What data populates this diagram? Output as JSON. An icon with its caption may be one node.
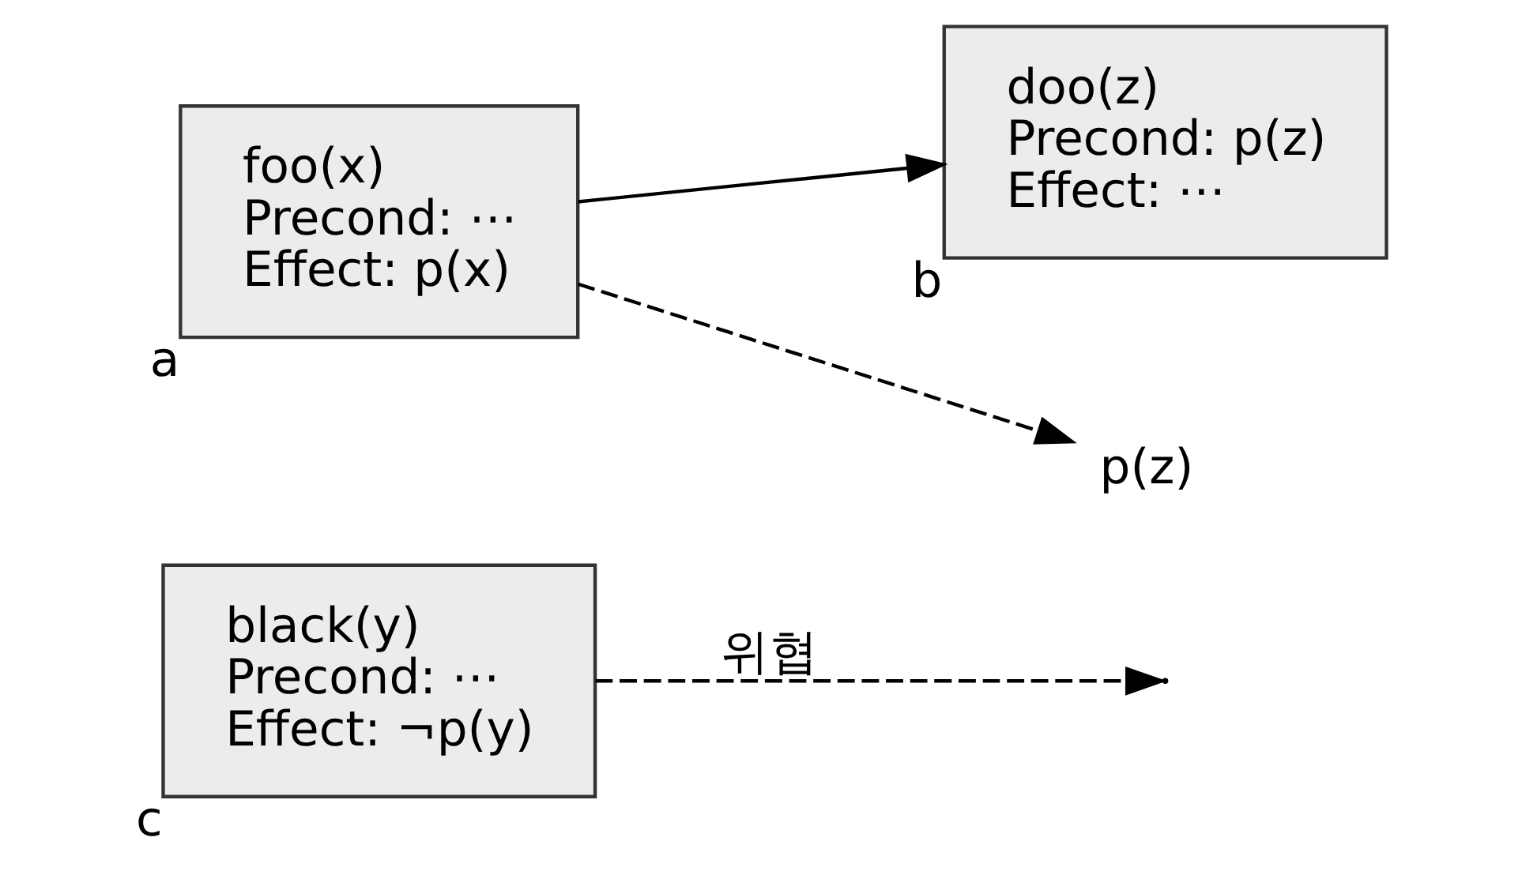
{
  "diagram": {
    "nodes": [
      {
        "text": [
          "black(y)",
          "Precond: ⋯",
          "Effect: ¬p(y)"
        ],
        "beside": [
          "c"
        ]
      },
      {
        "text": [
          "foo(x)",
          "Precond: ⋯",
          "Effect: p(x)"
        ],
        "beside": [
          "a"
        ]
      },
      {
        "text": [
          "doo(z)",
          "Precond: p(z)",
          "Effect: ⋯"
        ],
        "beside": [
          "b"
        ]
      },
      {
        "text": [
          "p(z)"
        ]
      }
    ],
    "edges": [
      {
        "from": 0,
        "to": null,
        "arrow": "to",
        "label": "위협",
        "style": "dashed"
      },
      {
        "from": 1,
        "to": 3,
        "arrow": "to",
        "style": "dashed"
      },
      {
        "from": 1,
        "to": 2,
        "arrow": "to"
      }
    ]
  }
}
